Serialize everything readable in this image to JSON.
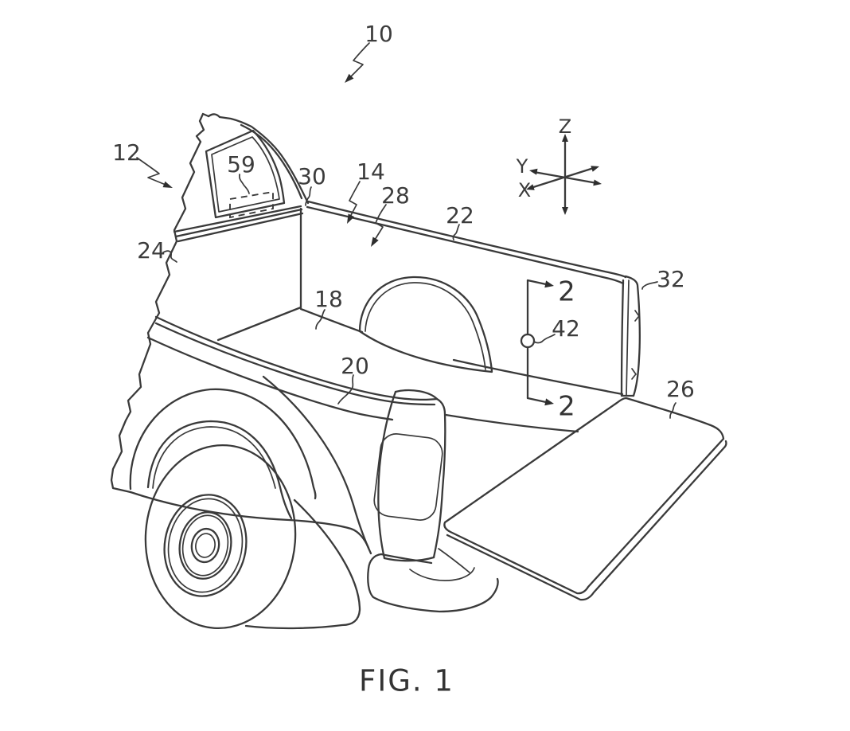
{
  "figure_caption": "FIG. 1",
  "coordinate_axes": {
    "x": "X",
    "y": "Y",
    "z": "Z"
  },
  "section_marker_label": "2",
  "reference_numerals": [
    {
      "text": "10"
    },
    {
      "text": "12"
    },
    {
      "text": "59"
    },
    {
      "text": "30"
    },
    {
      "text": "24"
    },
    {
      "text": "14"
    },
    {
      "text": "28"
    },
    {
      "text": "22"
    },
    {
      "text": "32"
    },
    {
      "text": "42"
    },
    {
      "text": "18"
    },
    {
      "text": "20"
    },
    {
      "text": "26"
    }
  ]
}
